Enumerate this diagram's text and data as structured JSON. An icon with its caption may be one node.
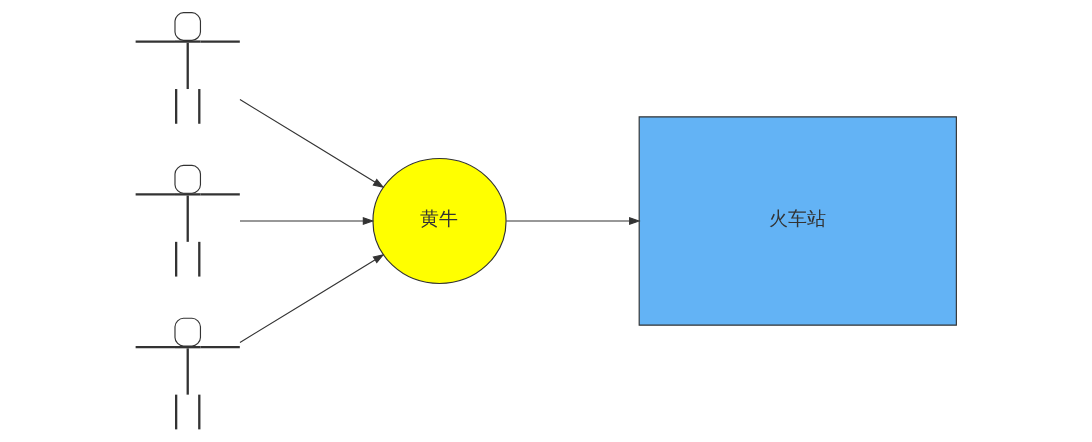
{
  "diagram": {
    "nodes": [
      {
        "text": [],
        "shape": "person"
      },
      {
        "text": [],
        "shape": "person"
      },
      {
        "text": [],
        "shape": "person"
      },
      {
        "text": [
          "黄牛"
        ]
      },
      {
        "text": [
          "火车站"
        ]
      }
    ],
    "edges": [
      {
        "from": 0,
        "to": 3,
        "arrow": "to"
      },
      {
        "from": 1,
        "to": 3,
        "arrow": "to"
      },
      {
        "from": 2,
        "to": 3,
        "arrow": "to"
      },
      {
        "from": 3,
        "to": 4,
        "arrow": "to"
      }
    ]
  }
}
